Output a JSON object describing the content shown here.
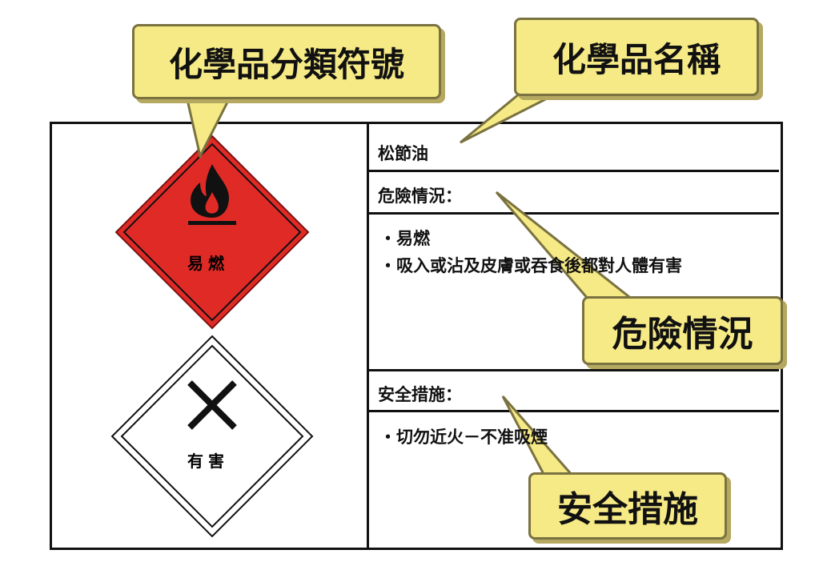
{
  "callouts": {
    "classification": "化學品分類符號",
    "name": "化學品名稱",
    "hazards": "危險情況",
    "safety": "安全措施"
  },
  "label": {
    "chemical_name": "松節油",
    "hazards_heading": "危險情況：",
    "hazards": [
      "・易燃",
      "・吸入或沾及皮膚或吞食後都對人體有害"
    ],
    "safety_heading": "安全措施：",
    "safety": [
      "・切勿近火－不准吸煙"
    ]
  },
  "symbols": [
    {
      "label": "易燃",
      "icon": "flame-icon",
      "color": "#e02a26"
    },
    {
      "label": "有害",
      "icon": "cross-icon",
      "color": "#ffffff"
    }
  ],
  "colors": {
    "callout": "#f6ea86",
    "flammable": "#e02a26"
  }
}
